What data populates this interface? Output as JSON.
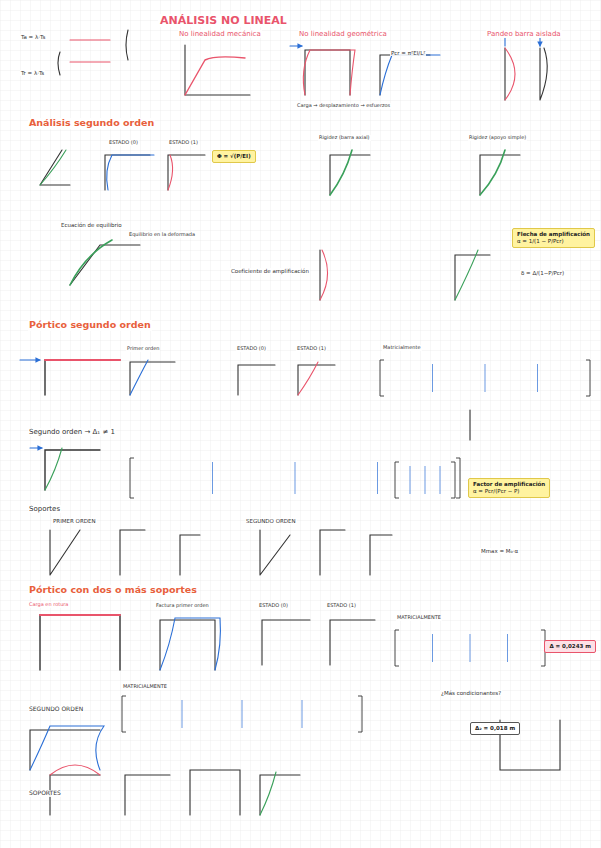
{
  "diagram": {
    "title": "ANÁLISIS NO LINEAL",
    "nodes": [
      {
        "text": [
          "Flecha de amplificación",
          "α = 1/(1 − P/Pcr)"
        ]
      },
      {
        "text": [
          "Factor de amplificación",
          "α = Pcr/(Pcr − P)"
        ]
      },
      {
        "text": [
          "Φ = √(P/EI)"
        ]
      },
      {
        "text": [
          "Δ = 0,0243 m"
        ]
      },
      {
        "text": [
          "Δ₂ = 0,018 m"
        ]
      }
    ],
    "labels": [
      "No linealidad mecánica",
      "No linealidad geométrica",
      "Pandeo barra aislada",
      "Ta = λ·Ts",
      "Tr = λ·Ts",
      "Carga → desplazamiento → esfuerzos",
      "Pcr = π²EI/L²",
      "Análisis segundo orden",
      "ESTADO (0)",
      "ESTADO (1)",
      "Rigidez (barra axial)",
      "Rigidez (apoyo simple)",
      "Ecuación de equilibrio",
      "Coeficiente de amplificación",
      "Pórtico segundo orden",
      "Primer orden",
      "ESTADO (0)",
      "ESTADO (1)",
      "Matricialmente",
      "Segundo orden → Δ₁ ≠ 1",
      "Soportes",
      "PRIMER ORDEN",
      "SEGUNDO ORDEN",
      "Pórtico con dos o más soportes",
      "Carga en rotura",
      "Factura primer orden",
      "ESTADO (0)",
      "ESTADO (1)",
      "MATRICIALMENTE",
      "SEGUNDO ORDEN",
      "MATRICIALMENTE",
      "SOPORTES",
      "¿Más condicionantes?",
      "δ = Δ/(1−P/Pcr)",
      "Equilibrio en la deformada",
      "Mmax = M₀·α"
    ]
  }
}
